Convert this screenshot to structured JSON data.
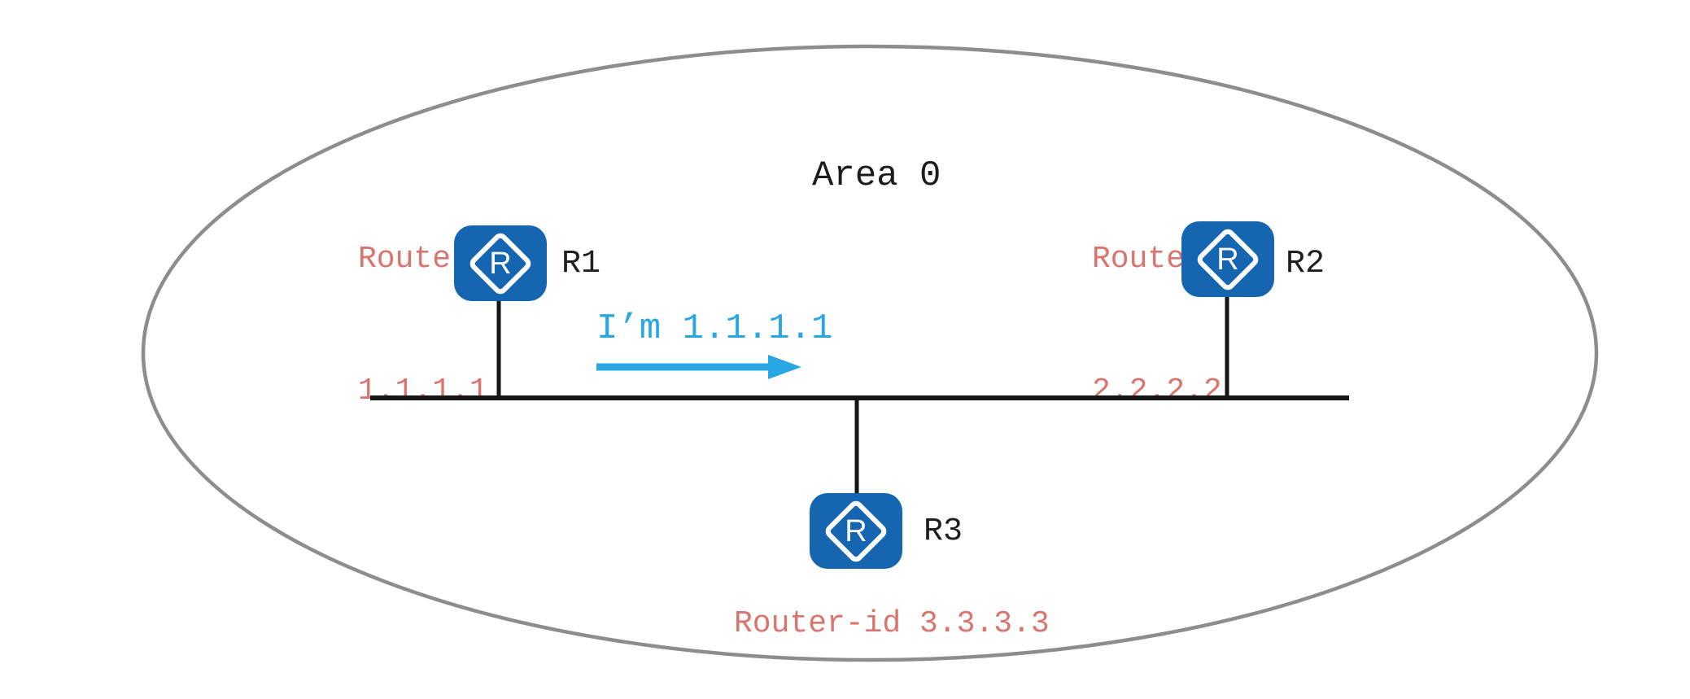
{
  "area": {
    "label": "Area 0"
  },
  "routers": [
    {
      "label": "R1",
      "icon_letter": "R",
      "router_id_title": "Router-id",
      "router_id": "1.1.1.1"
    },
    {
      "label": "R2",
      "icon_letter": "R",
      "router_id_title": "Router-id",
      "router_id": "2.2.2.2"
    },
    {
      "label": "R3",
      "icon_letter": "R",
      "router_id_full": "Router-id 3.3.3.3"
    }
  ],
  "message": {
    "text": "I’m 1.1.1.1"
  },
  "colors": {
    "router_blue": "#1565b0",
    "label_red": "#d9756d",
    "message_blue": "#29a7e4",
    "ellipse_gray": "#8d8d8d",
    "line_black": "#151515"
  }
}
